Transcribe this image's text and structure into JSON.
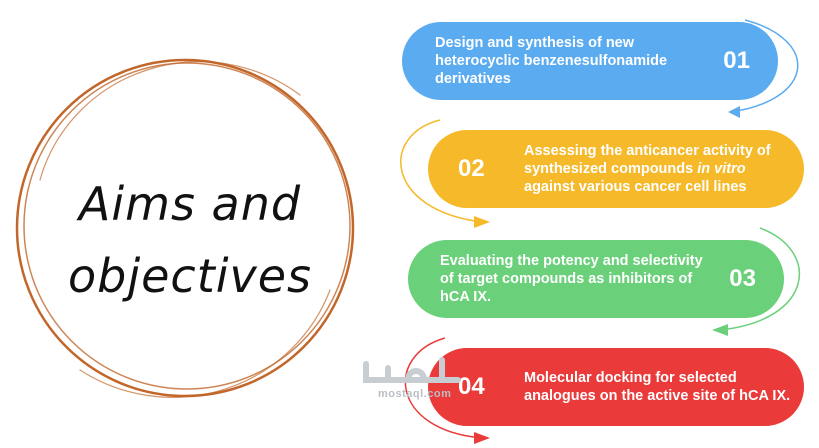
{
  "title": {
    "line1": "Aims and",
    "line2": "objectives"
  },
  "objectives": [
    {
      "number": "01",
      "text_html": "Design and synthesis of new heterocyclic benzenesulfonamide derivatives",
      "color": "#5aabf0"
    },
    {
      "number": "02",
      "text_before": "Assessing the anticancer activity of synthesized compounds ",
      "text_italic": "in vitro",
      "text_after": " against various cancer cell lines",
      "color": "#f5b92a"
    },
    {
      "number": "03",
      "text_html": "Evaluating the potency and selectivity of target compounds as inhibitors of hCA IX.",
      "color": "#6bd07a"
    },
    {
      "number": "04",
      "text_html": "Molecular docking for selected analogues on the active site of hCA IX.",
      "color": "#ea3a3a"
    }
  ],
  "watermark": {
    "text": "mostaql.com"
  },
  "colors": {
    "ring": "#c2662a",
    "arrow_blue": "#5aabf0",
    "arrow_yellow": "#f5b92a",
    "arrow_green": "#6bd07a",
    "arrow_red": "#ea3a3a"
  }
}
